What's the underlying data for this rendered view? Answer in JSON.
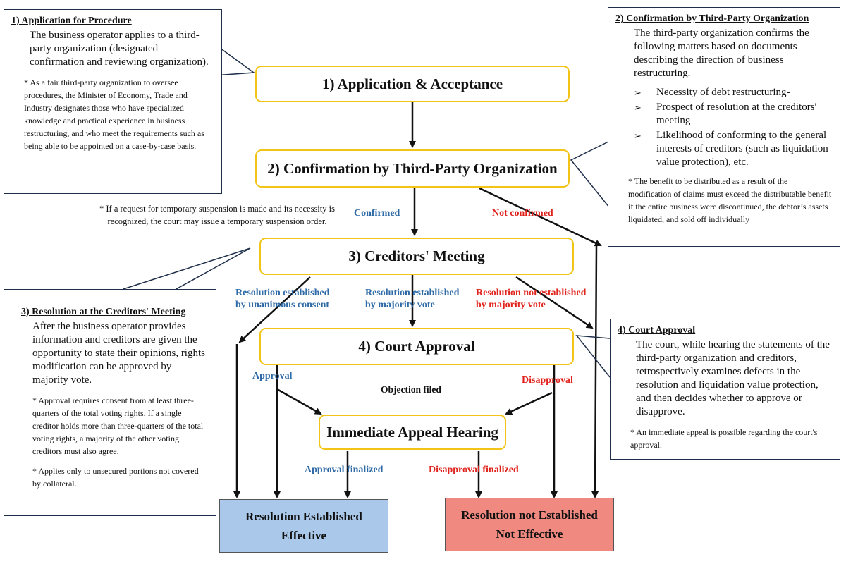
{
  "stages": {
    "s1": "1) Application & Acceptance",
    "s2": "2) Confirmation by Third-Party Organization",
    "s3": "3) Creditors' Meeting",
    "s4": "4) Court Approval",
    "appeal": "Immediate Appeal Hearing"
  },
  "outcomes": {
    "established": {
      "line1": "Resolution Established",
      "line2": "Effective",
      "color": "#a9c8ea"
    },
    "not_established": {
      "line1": "Resolution not Established",
      "line2": "Not Effective",
      "color": "#f08a80"
    }
  },
  "labels": {
    "confirmed": "Confirmed",
    "not_confirmed": "Not confirmed",
    "unanimous": [
      "Resolution established",
      "by unanimous consent"
    ],
    "majority": [
      "Resolution established",
      "by majority vote"
    ],
    "not_majority": [
      "Resolution not established",
      "by majority vote"
    ],
    "approval": "Approval",
    "objection": "Objection filed",
    "disapproval": "Disapproval",
    "approval_finalized": "Approval finalized",
    "disapproval_finalized": "Disapproval finalized"
  },
  "suspension_note": [
    "* If a request for temporary suspension is made and its necessity is",
    "recognized, the court may issue a temporary suspension order."
  ],
  "notes": {
    "n1": {
      "title": "1) Application for Procedure",
      "body": "The business operator applies to a third-party organization (designated confirmation and reviewing organization).",
      "sub": "* As a fair third-party organization to oversee procedures, the Minister of Economy, Trade and Industry designates those who have specialized knowledge and practical experience in business restructuring, and who meet the requirements such as being able to be appointed on a case-by-case basis."
    },
    "n2": {
      "title": "2) Confirmation by Third-Party Organization",
      "body": "The third-party organization confirms the following matters based on documents describing the direction of business restructuring.",
      "bullets": [
        "Necessity of debt restructuring-",
        "Prospect of resolution at the creditors' meeting",
        "Likelihood of conforming to the general interests of creditors (such as liquidation value protection), etc."
      ],
      "bullet_symbol": "➢",
      "sub": "* The benefit to be distributed as a result of the modification of claims must exceed the distributable benefit if the entire business were discontinued, the debtor’s assets liquidated, and sold off individually"
    },
    "n3": {
      "title": "3) Resolution at the Creditors' Meeting",
      "body": "After the business operator provides information and creditors are given the opportunity to state their opinions, rights modification can be approved by majority vote.",
      "sub1": "* Approval requires consent from at least three-quarters of the total voting rights. If a single creditor holds more than three-quarters of the total voting rights, a majority of the other voting creditors must also agree.",
      "sub2": "* Applies only to unsecured portions not covered by collateral."
    },
    "n4": {
      "title": "4) Court Approval",
      "body": "The court, while hearing the statements of the third-party organization and creditors, retrospectively examines defects in the resolution and liquidation value protection, and then decides whether to approve or disapprove.",
      "sub": "* An immediate appeal is possible regarding the court's approval."
    }
  },
  "colors": {
    "stage_border": "#f2c418",
    "note_border": "#1f2f4a",
    "blue_label": "#2e6aa6",
    "red_label": "#e0231d"
  }
}
